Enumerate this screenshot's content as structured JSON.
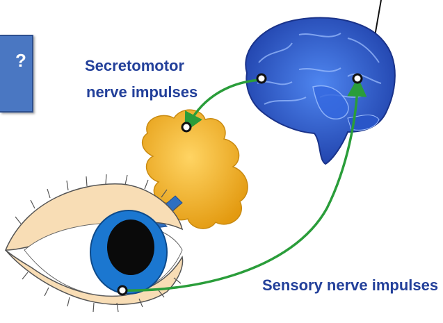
{
  "labels": {
    "secretomotor_line1": "Secretomotor",
    "secretomotor_line2": "nerve impulses",
    "sensory": "Sensory nerve impulses"
  },
  "callout": {
    "partial_text": "?"
  },
  "icons": [
    "brain-icon",
    "lacrimal-gland-icon",
    "eye-icon",
    "arrow-icon"
  ],
  "colors": {
    "brain": "#2f5fd0",
    "gland": "#f2b22a",
    "eye_lids": "#f8ddb5",
    "iris": "#1b77d0",
    "nerve_path": "#2a9d3a",
    "label_text": "#23409a",
    "tear_arrow": "#2f6fc0",
    "callout_box": "#4a77c2"
  }
}
